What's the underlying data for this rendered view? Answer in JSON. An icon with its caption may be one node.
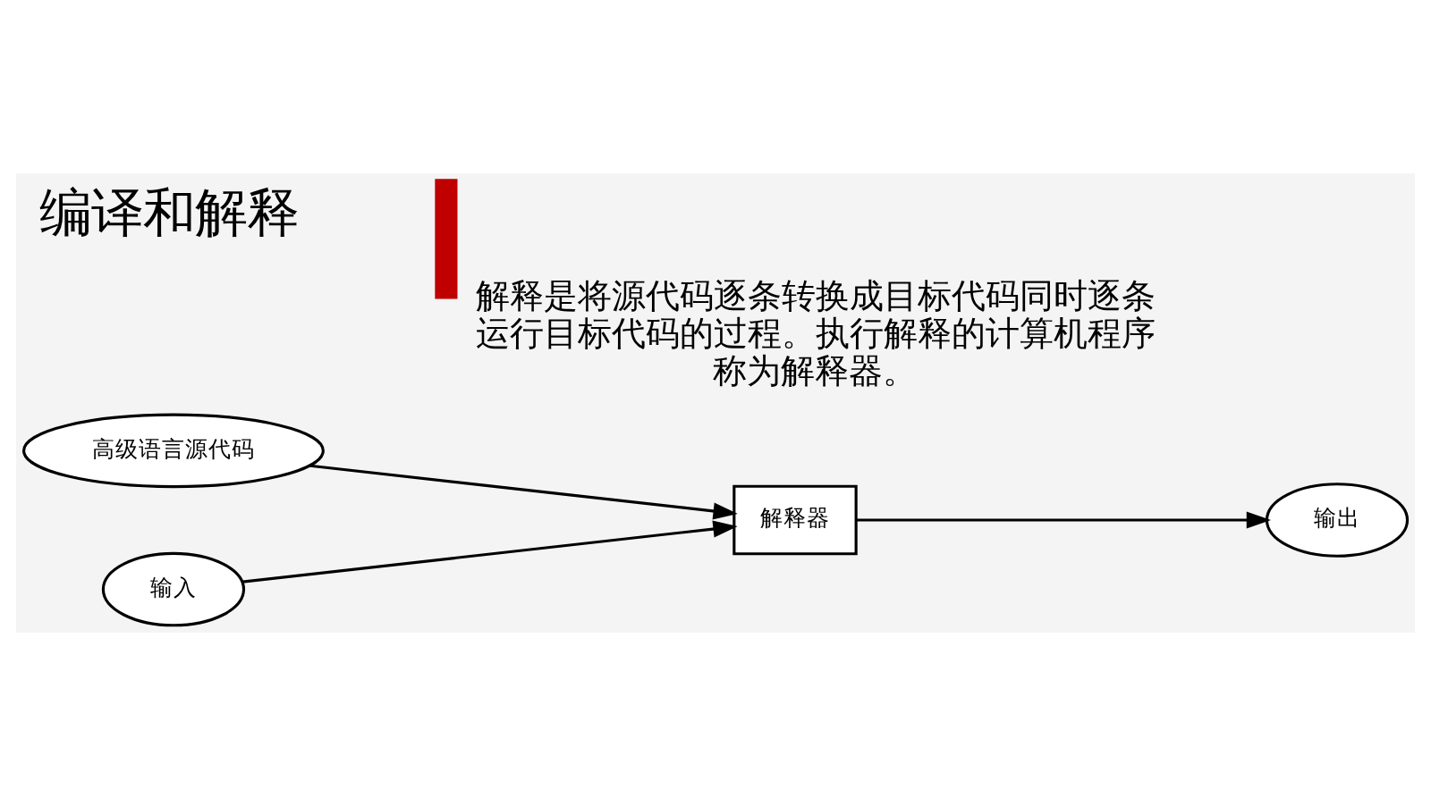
{
  "diagram": {
    "title": "编译和解释",
    "nodes": [
      {
        "text": [
          "高级语言源代码"
        ]
      },
      {
        "text": [
          "输入"
        ]
      },
      {
        "text": [
          "解释器"
        ]
      },
      {
        "text": [
          "输出"
        ]
      }
    ],
    "edges": [
      {
        "from": 0,
        "to": 2,
        "arrow": "to"
      },
      {
        "from": 1,
        "to": 2,
        "arrow": "to"
      },
      {
        "from": 2,
        "to": 3,
        "arrow": "to"
      }
    ],
    "labels": [
      "解释是将源代码逐条转换成目标代码同时逐条运行目标代码的过程。执行解释的计算机程序称为解释器。"
    ]
  }
}
